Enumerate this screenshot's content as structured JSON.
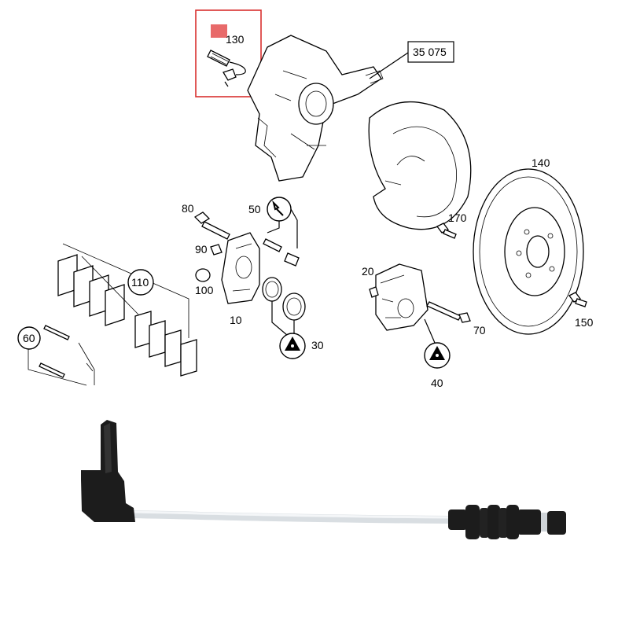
{
  "diagram": {
    "highlight_color": "#d9302f",
    "labels": {
      "p130": "130",
      "p35075": "35 075",
      "p140": "140",
      "p80": "80",
      "p50": "50",
      "p170": "170",
      "p90": "90",
      "p110": "110",
      "p100": "100",
      "p20": "20",
      "p10": "10",
      "p150": "150",
      "p60": "60",
      "p70": "70",
      "p30": "30",
      "p40": "40"
    }
  },
  "photo": {
    "subject": "brake-pad-wear-sensor",
    "colors": {
      "connector": "#1c1c1c",
      "cable": "#e8ecef"
    }
  }
}
